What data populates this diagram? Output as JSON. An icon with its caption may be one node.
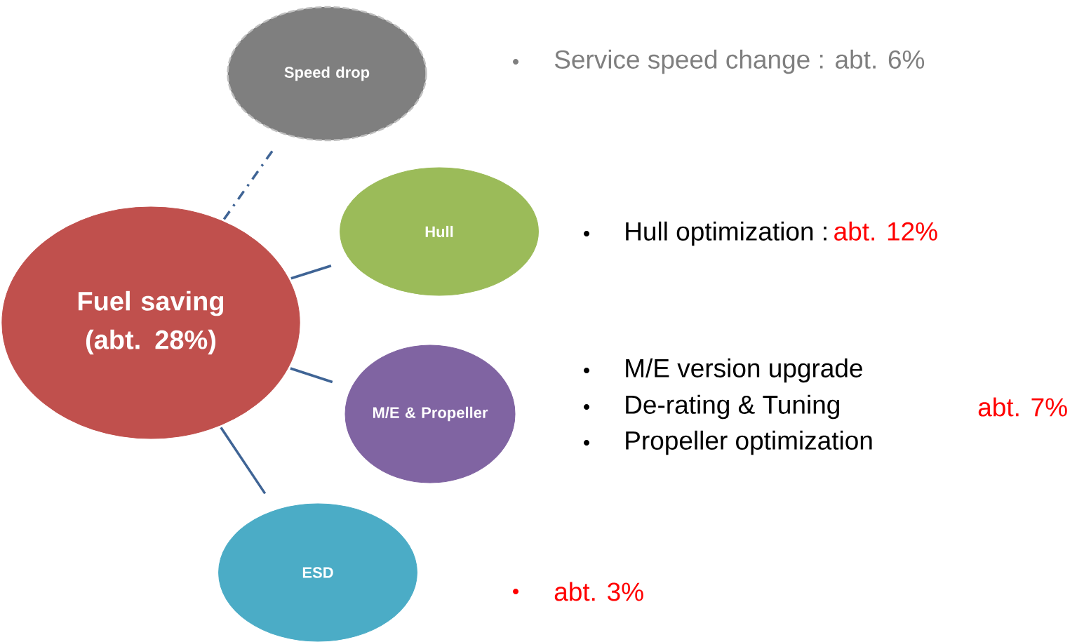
{
  "diagram": {
    "nodes": [
      {
        "text": [
          "Speed drop"
        ]
      },
      {
        "text": [
          "Hull"
        ]
      },
      {
        "text": [
          "Fuel saving (abt. 28%)"
        ]
      },
      {
        "text": [
          "M/E & Propeller"
        ]
      },
      {
        "text": [
          "ESD"
        ]
      }
    ],
    "edges": [
      {
        "from": 2,
        "to": 0,
        "arrow": "none",
        "style": "dashed"
      },
      {
        "from": 2,
        "to": 1,
        "arrow": "none"
      },
      {
        "from": 2,
        "to": 3,
        "arrow": "none"
      },
      {
        "from": 2,
        "to": 4,
        "arrow": "none"
      }
    ],
    "labels": [
      "Service speed change : abt. 6%",
      "Hull optimization :",
      "abt. 12%",
      "M/E version upgrade",
      "De-rating & Tuning",
      "Propeller optimization",
      "abt. 7%",
      "abt. 3%"
    ]
  }
}
